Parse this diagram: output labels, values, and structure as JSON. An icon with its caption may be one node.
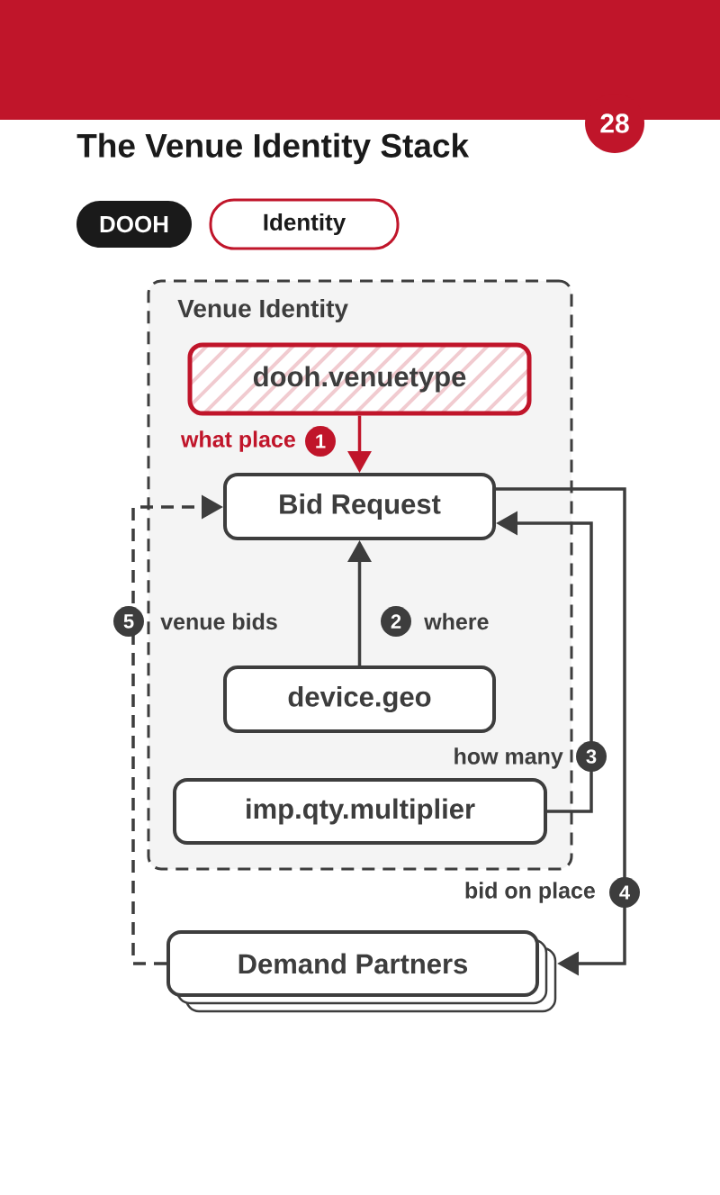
{
  "diagram": {
    "title": "The Venue Identity Stack",
    "nodes": [
      {
        "text": [
          "28"
        ]
      },
      {
        "text": [
          "DOOH"
        ]
      },
      {
        "text": [
          "Identity"
        ]
      },
      {
        "text": [
          "Venue Identity"
        ]
      },
      {
        "text": [
          "dooh.venuetype"
        ],
        "in": 3
      },
      {
        "text": [
          "Bid Request"
        ],
        "in": 3
      },
      {
        "text": [
          "device.geo"
        ],
        "in": 3
      },
      {
        "text": [
          "imp.qty.multiplier"
        ],
        "in": 3
      },
      {
        "text": [
          "Demand Partners"
        ]
      }
    ],
    "edges": [
      {
        "from": 4,
        "to": 5,
        "arrow": "to",
        "label": "what place",
        "color": "#c0152a"
      },
      {
        "from": 6,
        "to": 5,
        "arrow": "to",
        "label": "where"
      },
      {
        "from": 7,
        "to": 5,
        "arrow": "to",
        "label": "how many"
      },
      {
        "from": 5,
        "to": 8,
        "arrow": "to",
        "label": "bid on place"
      },
      {
        "from": 8,
        "to": 5,
        "arrow": "to",
        "label": "venue bids",
        "style": "dashed"
      }
    ],
    "labels": [
      "1",
      "5",
      "2",
      "3",
      "4"
    ]
  }
}
